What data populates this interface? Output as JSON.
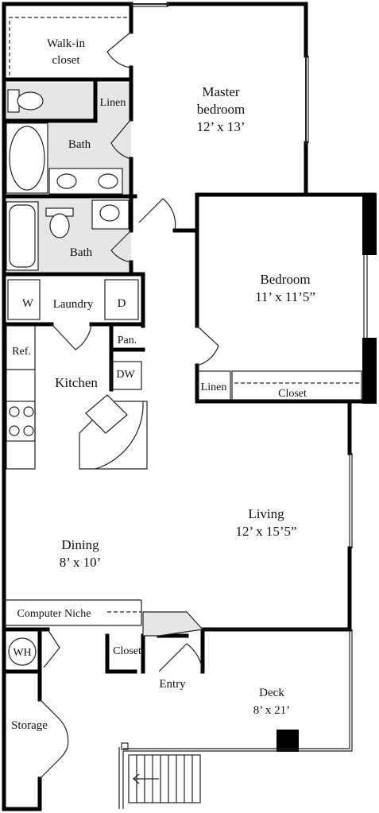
{
  "plan": {
    "colors": {
      "wall": "#000000",
      "wet_floor": "#e6e6e6",
      "fixture": "#ffffff",
      "line": "#222222"
    },
    "rooms": {
      "walk_in_closet": {
        "line1": "Walk-in",
        "line2": "closet"
      },
      "linen_top": "Linen",
      "master_bedroom": {
        "line1": "Master",
        "line2": "bedroom",
        "dims": "12’ x 13’"
      },
      "bath_master": "Bath",
      "bath_second": "Bath",
      "bedroom": {
        "name": "Bedroom",
        "dims": "11’ x 11’5”"
      },
      "laundry": {
        "name": "Laundry",
        "washer": "W",
        "dryer": "D"
      },
      "refrigerator": "Ref.",
      "pantry": "Pan.",
      "dishwasher": "DW",
      "kitchen": "Kitchen",
      "linen_bedroom": "Linen",
      "closet_bedroom": "Closet",
      "living": {
        "name": "Living",
        "dims": "12’ x 15’5”"
      },
      "dining": {
        "name": "Dining",
        "dims": "8’ x 10’"
      },
      "computer_niche": "Computer Niche",
      "water_heater": "WH",
      "closet_entry": "Closet",
      "entry": "Entry",
      "deck": {
        "name": "Deck",
        "dims": "8’ x 21’"
      },
      "storage": "Storage"
    }
  }
}
